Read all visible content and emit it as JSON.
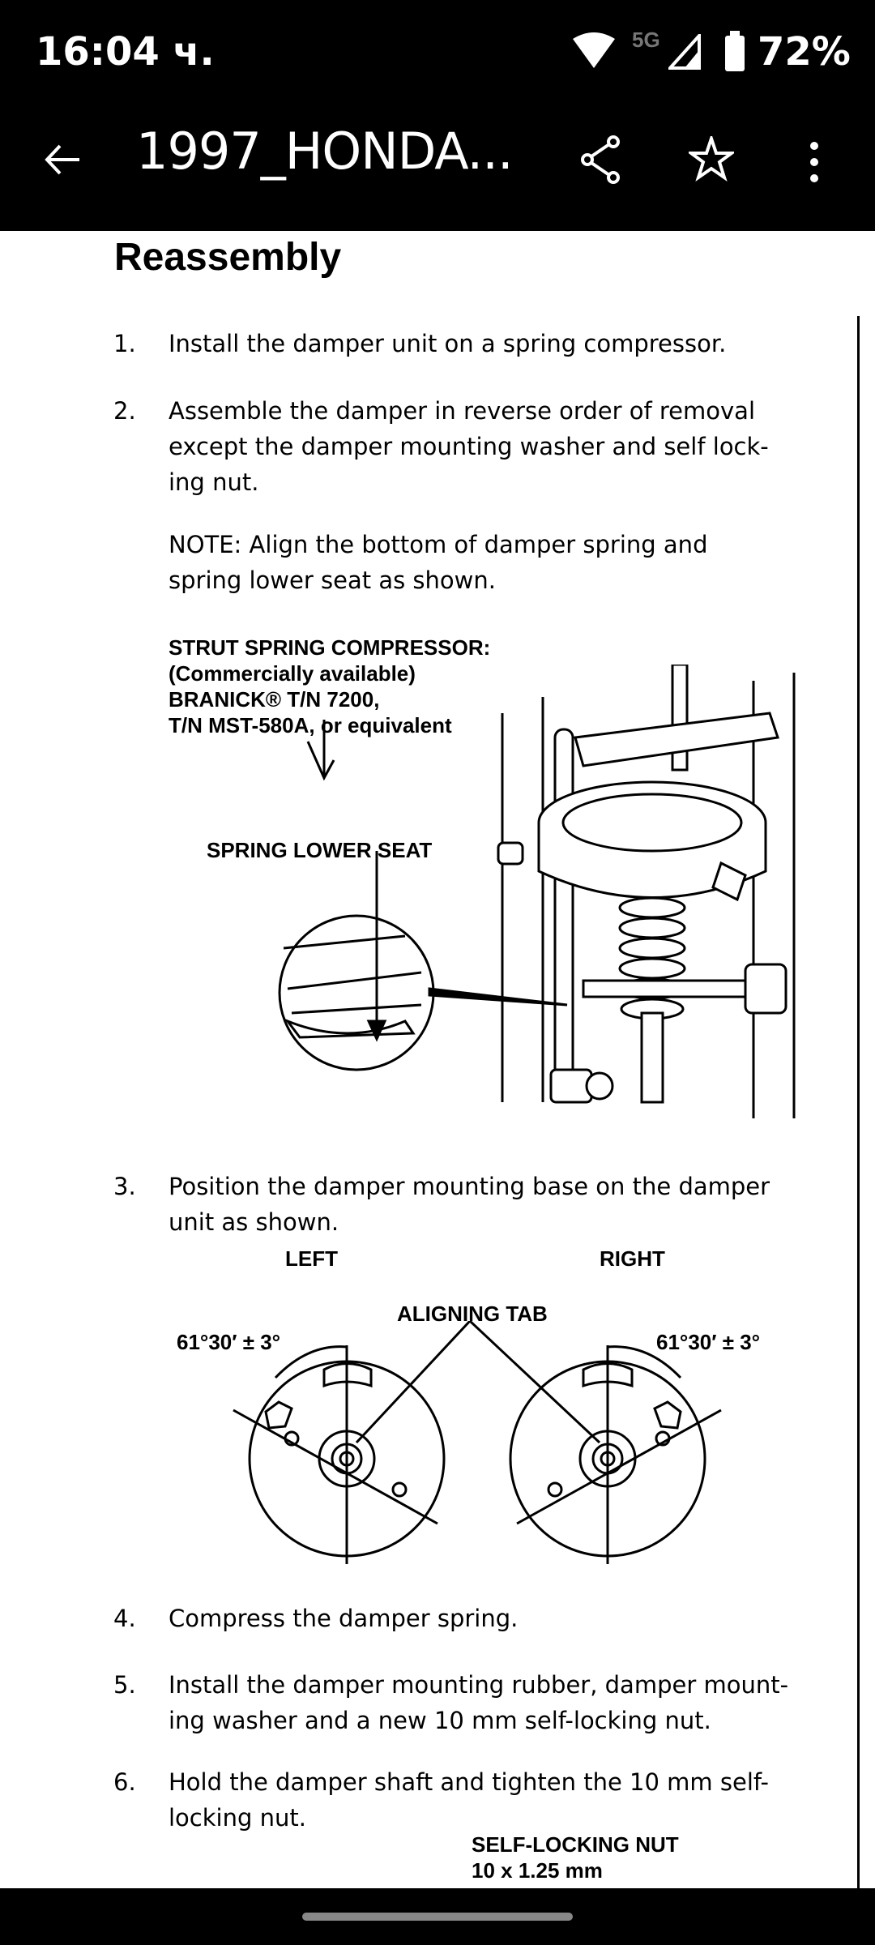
{
  "status_bar": {
    "time": "16:04 ч.",
    "network": "5G",
    "battery": "72%"
  },
  "app_bar": {
    "title": "1997_HONDA...",
    "back_icon": "arrow-left",
    "share_icon": "share",
    "bookmark_icon": "star",
    "menu_icon": "more-vert"
  },
  "document": {
    "heading": "Reassembly",
    "steps": [
      {
        "num": "1.",
        "lines": [
          "Install the damper unit on a spring compressor."
        ]
      },
      {
        "num": "2.",
        "lines": [
          "Assemble the damper in reverse order of removal",
          "except the damper mounting washer and self lock-",
          "ing nut."
        ]
      },
      {
        "num": "3.",
        "lines": [
          "Position the damper mounting base on the damper",
          "unit as shown."
        ]
      },
      {
        "num": "4.",
        "lines": [
          "Compress the damper spring."
        ]
      },
      {
        "num": "5.",
        "lines": [
          "Install the damper mounting rubber, damper mount-",
          "ing washer and a new 10 mm self-locking nut."
        ]
      },
      {
        "num": "6.",
        "lines": [
          "Hold the damper shaft and tighten the 10 mm self-",
          "locking nut."
        ]
      }
    ],
    "note": [
      "NOTE:  Align the bottom of damper spring and",
      "spring lower seat as shown."
    ],
    "figure1": {
      "tool_lines": [
        "STRUT SPRING COMPRESSOR:",
        "(Commercially available)",
        "BRANICK® T/N 7200,",
        "T/N MST-580A, or equivalent"
      ],
      "seat_label": "SPRING LOWER SEAT"
    },
    "figure2": {
      "left": "LEFT",
      "right": "RIGHT",
      "tab": "ALIGNING TAB",
      "angle_left": "61°30′ ± 3°",
      "angle_right": "61°30′ ± 3°"
    },
    "figure3": {
      "lines": [
        "SELF-LOCKING NUT",
        "10 x 1.25 mm"
      ]
    }
  }
}
